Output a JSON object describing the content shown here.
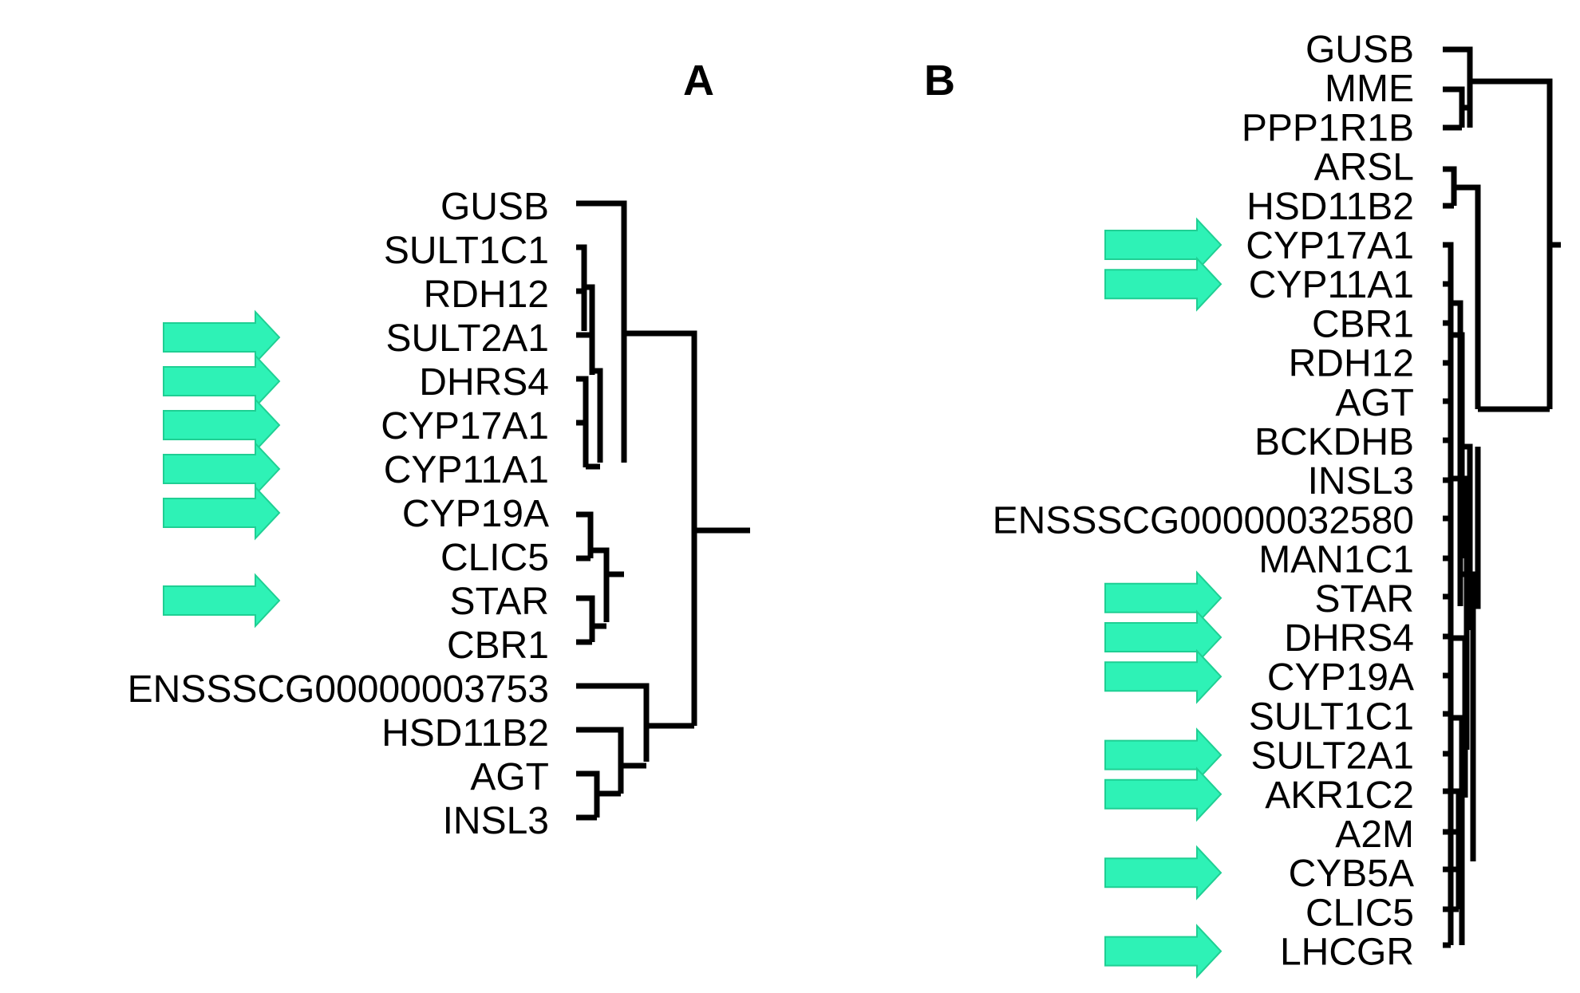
{
  "panels": [
    {
      "label": "A",
      "genes": [
        "GUSB",
        "SULT1C1",
        "RDH12",
        "SULT2A1",
        "DHRS4",
        "CYP17A1",
        "CYP11A1",
        "CYP19A",
        "CLIC5",
        "STAR",
        "CBR1",
        "ENSSSCG00000003753",
        "HSD11B2",
        "AGT",
        "INSL3"
      ],
      "highlighted": [
        "SULT2A1",
        "DHRS4",
        "CYP17A1",
        "CYP11A1",
        "CYP19A",
        "STAR"
      ]
    },
    {
      "label": "B",
      "genes": [
        "GUSB",
        "MME",
        "PPP1R1B",
        "ARSL",
        "HSD11B2",
        "CYP17A1",
        "CYP11A1",
        "CBR1",
        "RDH12",
        "AGT",
        "BCKDHB",
        "INSL3",
        "ENSSSCG00000032580",
        "MAN1C1",
        "STAR",
        "DHRS4",
        "CYP19A",
        "SULT1C1",
        "SULT2A1",
        "AKR1C2",
        "A2M",
        "CYB5A",
        "CLIC5",
        "LHCGR"
      ],
      "highlighted": [
        "CYP17A1",
        "CYP11A1",
        "STAR",
        "DHRS4",
        "CYP19A",
        "SULT2A1",
        "AKR1C2",
        "CYB5A",
        "LHCGR"
      ]
    }
  ],
  "colors": {
    "arrow": "#2ef2b6",
    "arrow_edge": "#1fcf93",
    "lines": "#000000"
  }
}
